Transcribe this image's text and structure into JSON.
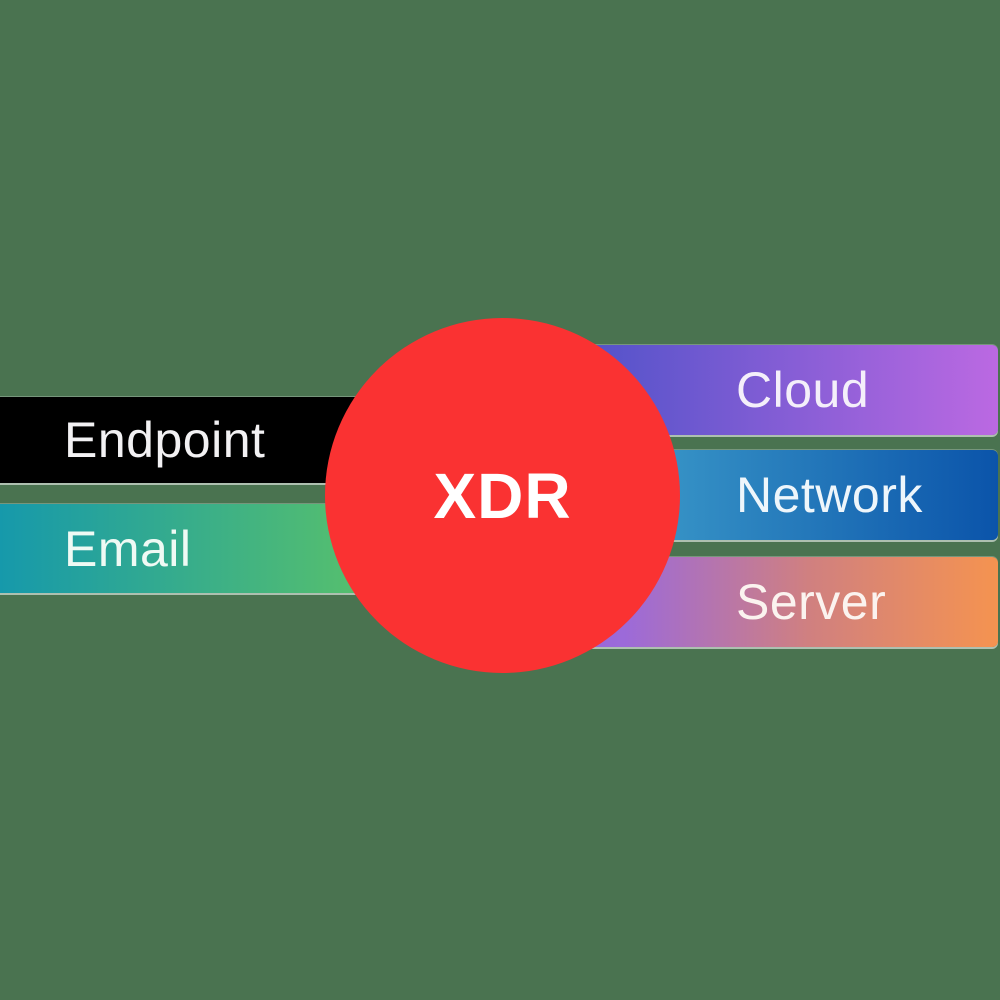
{
  "background_color": "#4a7350",
  "center_node": {
    "label": "XDR",
    "fill": [
      "#fa3232"
    ],
    "text_color": "#ffffff"
  },
  "bars": {
    "endpoint": {
      "label": "Endpoint",
      "side": "left",
      "fill": [
        "#000000"
      ],
      "text_color": "#f2f1f3"
    },
    "email": {
      "label": "Email",
      "side": "left",
      "fill": [
        "#1699ab",
        "#5ec466 80%"
      ],
      "text_color": "#effaf4"
    },
    "cloud": {
      "label": "Cloud",
      "side": "right",
      "fill": [
        "#3c4ec4",
        "#bb69e2"
      ],
      "text_color": "#f4effa"
    },
    "network": {
      "label": "Network",
      "side": "right",
      "fill": [
        "#4cb2d4",
        "#0b54aa"
      ],
      "text_color": "#eef6fb"
    },
    "server": {
      "label": "Server",
      "side": "right",
      "fill": [
        "#9261d8 0%",
        "#9c6ad9 25%",
        "#d08080 62%",
        "#f59350 100%"
      ],
      "text_color": "#fbf3ef"
    }
  }
}
